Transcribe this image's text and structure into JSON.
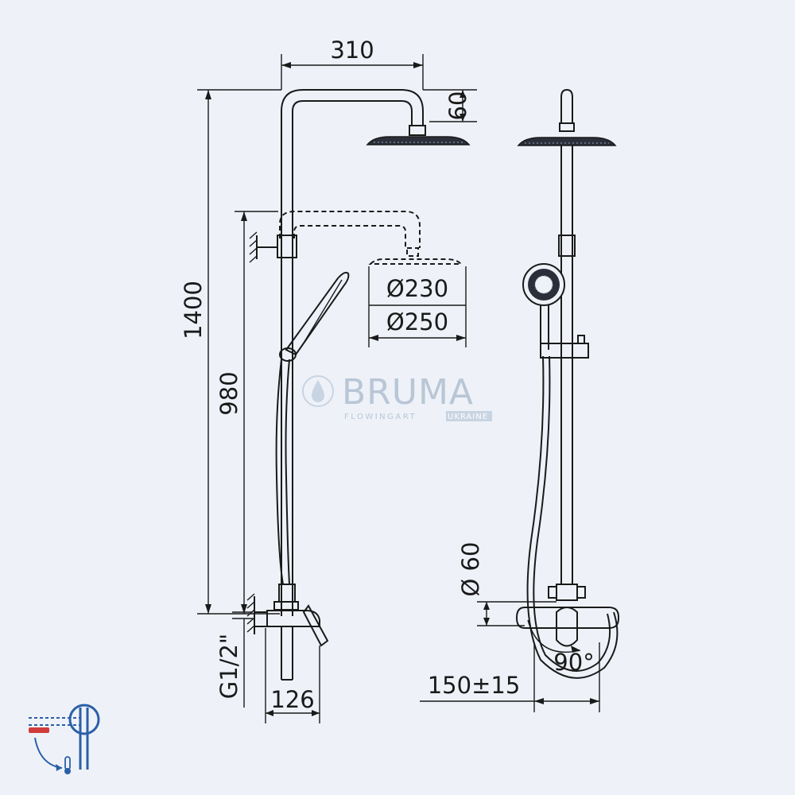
{
  "dimensions": {
    "width_top": "310",
    "head_height": "60",
    "total_height": "1400",
    "bracket_height": "980",
    "head_diameter_small": "Ø230",
    "head_diameter_large": "Ø250",
    "connection_thread": "G1/2\"",
    "mixer_depth": "126",
    "hose_diameter": "Ø 60",
    "handle_rotation": "90°",
    "inlet_spacing": "150±15"
  },
  "watermark": {
    "brand": "BRUMA",
    "tagline": "FLOWINGART",
    "region": "UKRAINE"
  },
  "colors": {
    "background": "#eef2f8",
    "line": "#1a1a1a",
    "watermark": "#b9c6d6",
    "icon_blue": "#2b5fa8",
    "icon_red": "#d23b3b"
  }
}
